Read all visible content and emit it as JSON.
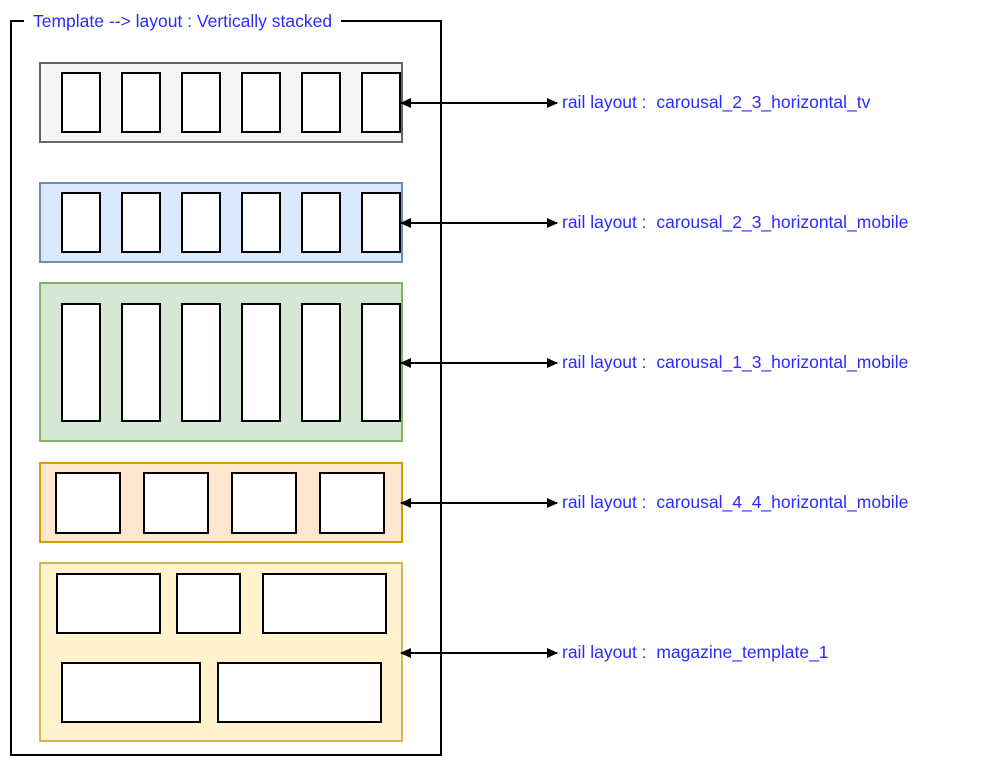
{
  "frame": {
    "title": "Template --> layout : Vertically stacked"
  },
  "colors": {
    "text_blue": "#2b2bff",
    "line_black": "#000000",
    "card_fill": "#ffffff",
    "card_stroke": "#000000"
  },
  "rails": [
    {
      "name": "carousal_2_3_horizontal_tv",
      "label": "rail layout :  carousal_2_3_horizontal_tv",
      "type": "carousel",
      "card_count": 6,
      "card_aspect": "2:3",
      "fill": "#f5f5f5",
      "stroke": "#666666"
    },
    {
      "name": "carousal_2_3_horizontal_mobile",
      "label": "rail layout :  carousal_2_3_horizontal_mobile",
      "type": "carousel",
      "card_count": 6,
      "card_aspect": "2:3",
      "fill": "#dae8fc",
      "stroke": "#6c8ebf"
    },
    {
      "name": "carousal_1_3_horizontal_mobile",
      "label": "rail layout :  carousal_1_3_horizontal_mobile",
      "type": "carousel",
      "card_count": 6,
      "card_aspect": "1:3",
      "fill": "#d5e8d4",
      "stroke": "#82b366"
    },
    {
      "name": "carousal_4_4_horizontal_mobile",
      "label": "rail layout :  carousal_4_4_horizontal_mobile",
      "type": "carousel",
      "card_count": 4,
      "card_aspect": "4:4",
      "fill": "#ffe6cc",
      "stroke": "#d79b00"
    },
    {
      "name": "magazine_template_1",
      "label": "rail layout :  magazine_template_1",
      "type": "magazine",
      "rows": [
        3,
        2
      ],
      "fill": "#fff2cc",
      "stroke": "#d6b656"
    }
  ]
}
